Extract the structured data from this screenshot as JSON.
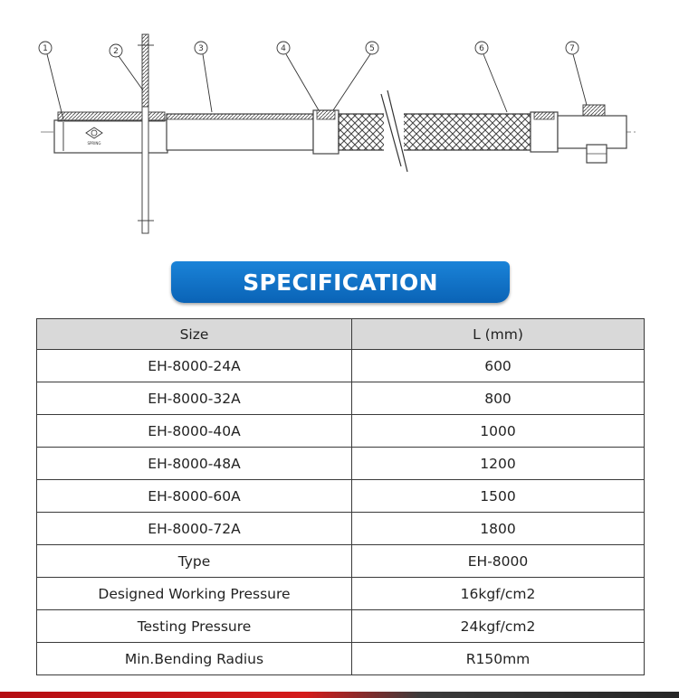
{
  "diagram": {
    "callouts": [
      "1",
      "2",
      "3",
      "4",
      "5",
      "6",
      "7"
    ],
    "logo_text": "SPRING"
  },
  "banner": {
    "title": "SPECIFICATION"
  },
  "table": {
    "headers": [
      "Size",
      "L (mm)"
    ],
    "rows": [
      [
        "EH-8000-24A",
        "600"
      ],
      [
        "EH-8000-32A",
        "800"
      ],
      [
        "EH-8000-40A",
        "1000"
      ],
      [
        "EH-8000-48A",
        "1200"
      ],
      [
        "EH-8000-60A",
        "1500"
      ],
      [
        "EH-8000-72A",
        "1800"
      ],
      [
        "Type",
        "EH-8000"
      ],
      [
        "Designed Working Pressure",
        "16kgf/cm2"
      ],
      [
        "Testing Pressure",
        "24kgf/cm2"
      ],
      [
        "Min.Bending Radius",
        "R150mm"
      ]
    ]
  },
  "colors": {
    "banner": "#0a63b6",
    "header_bg": "#d9d9d9",
    "bottom_bar": "#c8161d"
  }
}
